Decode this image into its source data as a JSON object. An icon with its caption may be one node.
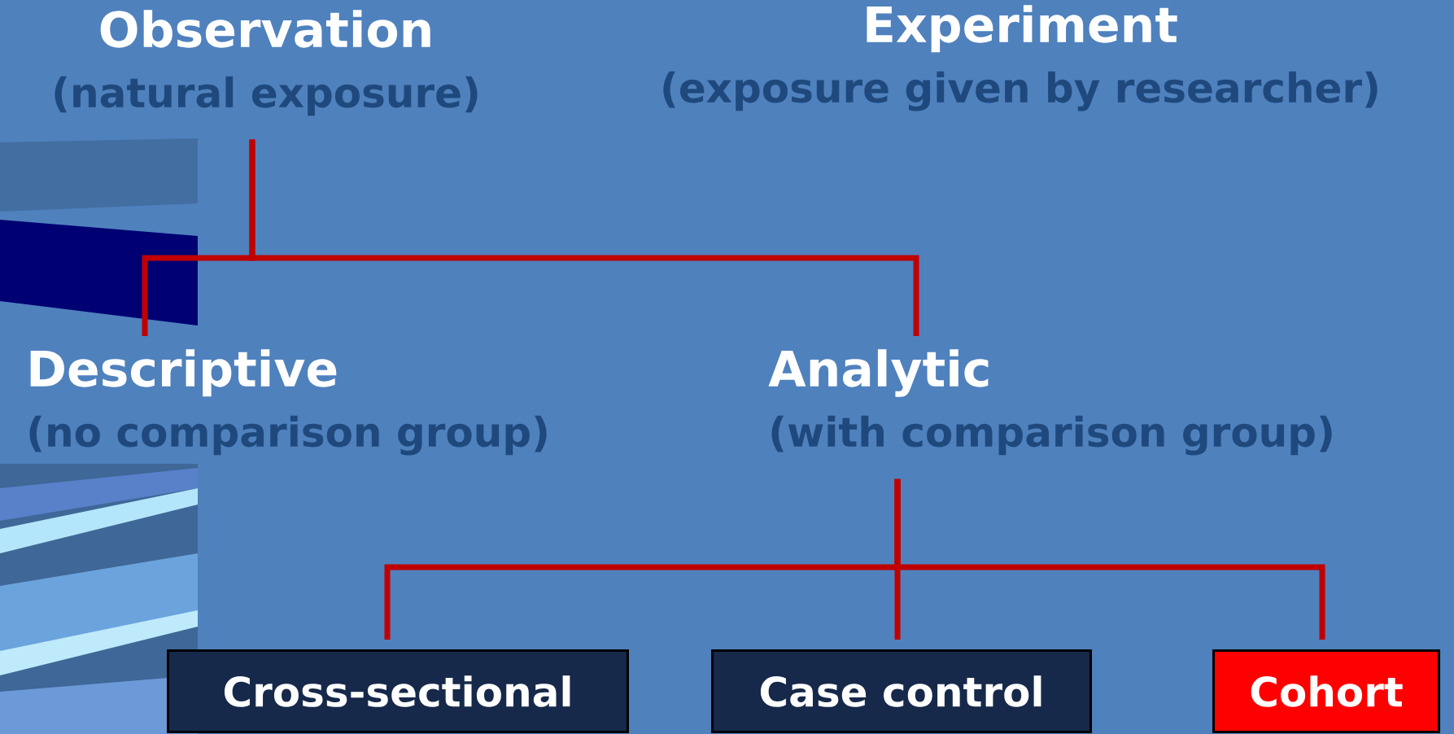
{
  "diagram": {
    "nodes": [
      {
        "text": [
          "Observation",
          "(natural exposure)"
        ]
      },
      {
        "text": [
          "Experiment",
          "(exposure given by researcher)"
        ]
      },
      {
        "text": [
          "Descriptive",
          "(no comparison group)"
        ]
      },
      {
        "text": [
          "Analytic",
          "(with comparison group)"
        ]
      },
      {
        "text": [
          "Cross-sectional"
        ]
      },
      {
        "text": [
          "Case control"
        ]
      },
      {
        "text": [
          "Cohort"
        ]
      }
    ],
    "edges": [
      {
        "from": 0,
        "to": 2,
        "arrow": "none"
      },
      {
        "from": 0,
        "to": 3,
        "arrow": "none"
      },
      {
        "from": 3,
        "to": 4,
        "arrow": "none"
      },
      {
        "from": 3,
        "to": 5,
        "arrow": "none"
      },
      {
        "from": 3,
        "to": 6,
        "arrow": "none"
      }
    ]
  }
}
